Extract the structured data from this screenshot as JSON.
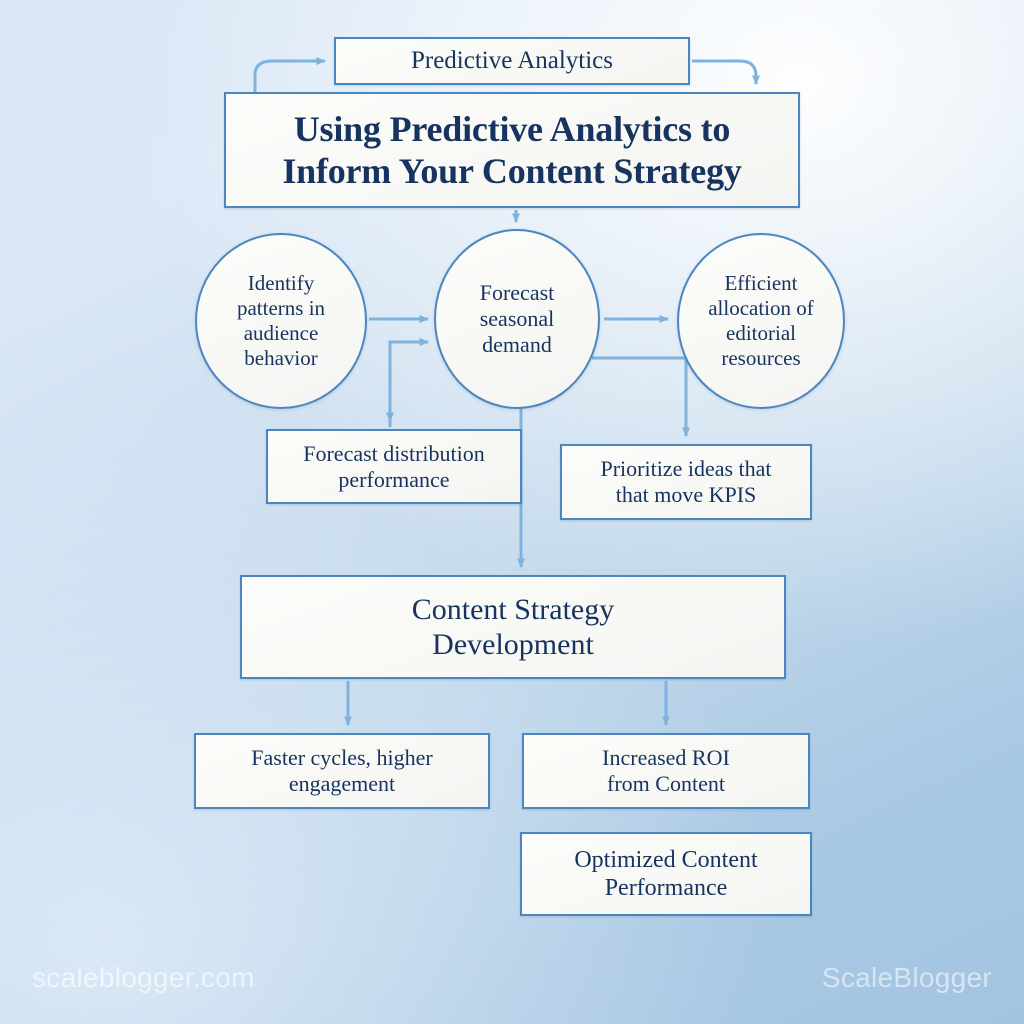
{
  "diagram": {
    "type": "flowchart",
    "theme": {
      "accent": "#4a86bf",
      "text": "#17335f",
      "node_fill": "#f9f9f6",
      "background_start": "#d8e6f5",
      "background_end": "#a3c4e1"
    },
    "nodes": {
      "predictive_analytics": {
        "label": "Predictive Analytics",
        "shape": "rectangle"
      },
      "title": {
        "line1": "Using Predictive Analytics to",
        "line2": "Inform Your Content Strategy",
        "shape": "rectangle"
      },
      "identify_patterns": {
        "line1": "Identify",
        "line2": "patterns in",
        "line3": "audience",
        "line4": "behavior",
        "shape": "circle"
      },
      "forecast_seasonal": {
        "line1": "Forecast",
        "line2": "seasonal",
        "line3": "demand",
        "shape": "circle"
      },
      "efficient_allocation": {
        "line1": "Efficient",
        "line2": "allocation of",
        "line3": "editorial",
        "line4": "resources",
        "shape": "circle"
      },
      "forecast_distribution": {
        "line1": "Forecast distribution",
        "line2": "performance",
        "shape": "rectangle"
      },
      "prioritize_ideas": {
        "line1": "Prioritize ideas that",
        "line2": "that move KPIS",
        "shape": "rectangle"
      },
      "content_strategy": {
        "line1": "Content Strategy",
        "line2": "Development",
        "shape": "rectangle"
      },
      "faster_cycles": {
        "line1": "Faster cycles, higher",
        "line2": "engagement",
        "shape": "rectangle"
      },
      "increased_roi": {
        "line1": "Increased ROI",
        "line2": "from Content",
        "shape": "rectangle"
      },
      "optimized_content": {
        "line1": "Optimized Content",
        "line2": "Performance",
        "shape": "rectangle"
      }
    },
    "edges": [
      {
        "from": "title",
        "to": "predictive_analytics",
        "style": "curved"
      },
      {
        "from": "predictive_analytics",
        "to": "title",
        "style": "curved"
      },
      {
        "from": "title",
        "to": "forecast_seasonal",
        "style": "straight"
      },
      {
        "from": "identify_patterns",
        "to": "forecast_seasonal",
        "style": "straight"
      },
      {
        "from": "forecast_distribution",
        "to": "forecast_seasonal",
        "style": "elbow"
      },
      {
        "from": "forecast_seasonal",
        "to": "forecast_distribution",
        "style": "elbow"
      },
      {
        "from": "forecast_seasonal",
        "to": "efficient_allocation",
        "style": "straight"
      },
      {
        "from": "forecast_seasonal",
        "to": "prioritize_ideas",
        "style": "elbow"
      },
      {
        "from": "forecast_seasonal",
        "to": "content_strategy",
        "style": "straight"
      },
      {
        "from": "content_strategy",
        "to": "faster_cycles",
        "style": "elbow"
      },
      {
        "from": "content_strategy",
        "to": "increased_roi",
        "style": "elbow"
      }
    ]
  },
  "watermarks": {
    "left": "scaleblogger.com",
    "right": "ScaleBlogger"
  }
}
